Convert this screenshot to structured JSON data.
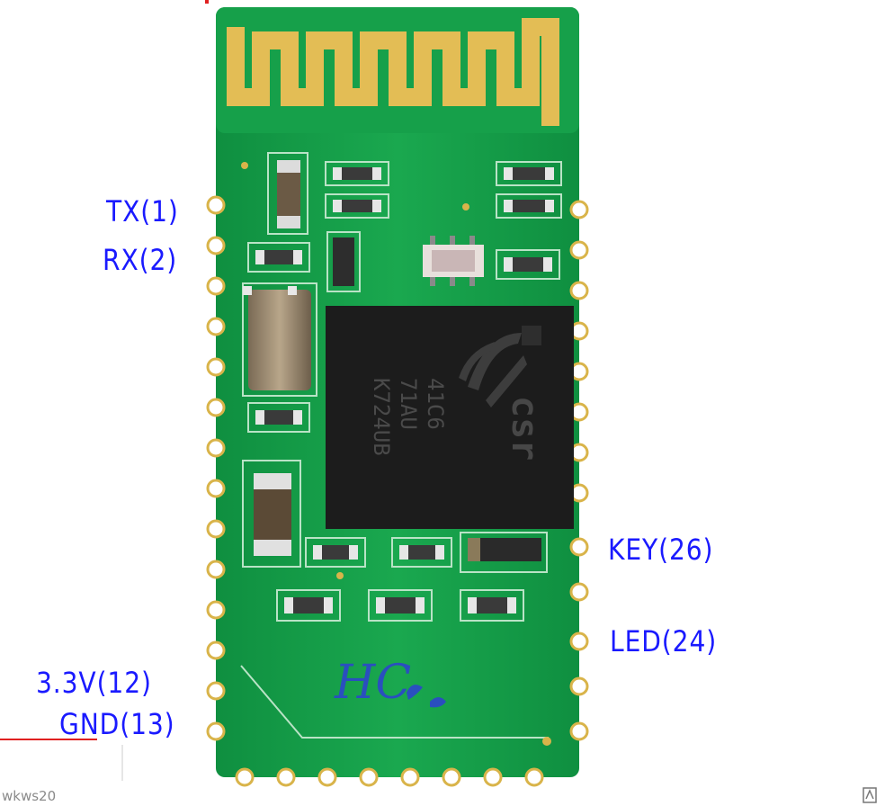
{
  "pins_left": {
    "tx": "TX(1)",
    "rx": "RX(2)",
    "vcc": "3.3V(12)",
    "gnd": "GND(13)"
  },
  "pins_right": {
    "key": "KEY(26)",
    "led": "LED(24)"
  },
  "chip": {
    "brand": "csr",
    "line1": "41C6",
    "line2": "71AU",
    "line3": "K724UB"
  },
  "module_logo": "HC",
  "watermark": "wkws20",
  "colors": {
    "pcb": "#17a04a",
    "pcb_dark": "#0f8a3d",
    "gold": "#d9b44a",
    "chip": "#1c1c1c",
    "label": "#1a1aff",
    "accent_line": "#e02020"
  }
}
